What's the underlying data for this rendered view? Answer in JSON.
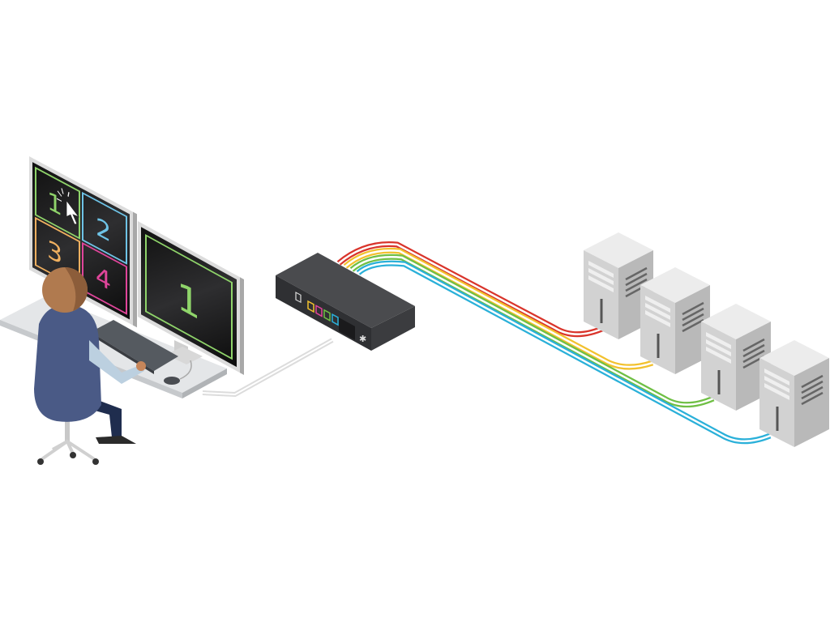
{
  "left_monitor": {
    "quadrants": [
      {
        "label": "1",
        "color": "#8fd46a"
      },
      {
        "label": "2",
        "color": "#6ec3e6"
      },
      {
        "label": "3",
        "color": "#f0b060"
      },
      {
        "label": "4",
        "color": "#e0459a"
      }
    ]
  },
  "right_monitor": {
    "label": "1",
    "color": "#8fd46a"
  },
  "cables": {
    "colors": [
      "#d9342b",
      "#f2c12e",
      "#6fbf44",
      "#2ab0d9"
    ],
    "console_cable_color": "#e6e6e6"
  },
  "kvm_switch": {
    "port_colors": [
      "#f2c12e",
      "#e0459a",
      "#6fbf44",
      "#2ab0d9"
    ]
  },
  "servers": {
    "count": 4
  }
}
